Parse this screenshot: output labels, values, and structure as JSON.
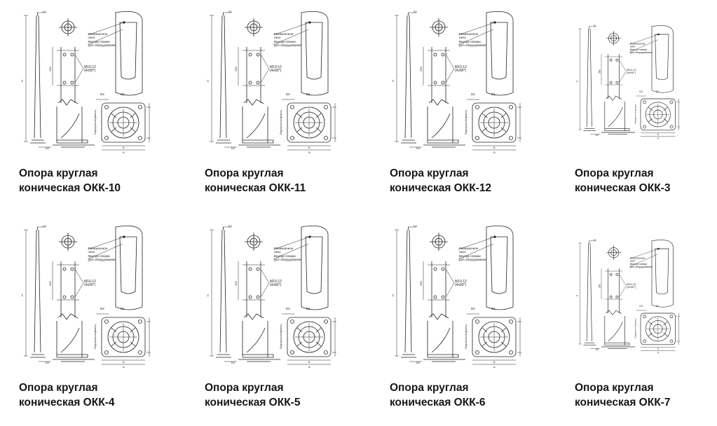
{
  "drawing": {
    "label_revision": "Ревизионное окно",
    "label_revision_l1": "Ревизионное",
    "label_revision_l2": "окно",
    "label_plank_l1": "Внутри планки",
    "label_plank_l2": "для оборудования",
    "label_bolt_l1": "М10-12",
    "label_bolt_l2": "(4х90°)",
    "label_d1": "D1",
    "label_d2": "D2",
    "label_a": "A",
    "label_b": "Б",
    "label_h": "H",
    "label_200": "200",
    "label_flange": "Подгарочный фланец"
  },
  "products": [
    {
      "title_line1": "Опора круглая",
      "title_line2": "коническая ОКК-10"
    },
    {
      "title_line1": "Опора круглая",
      "title_line2": "коническая ОКК-11"
    },
    {
      "title_line1": "Опора круглая",
      "title_line2": "коническая ОКК-12"
    },
    {
      "title_line1": "Опора круглая",
      "title_line2": "коническая ОКК-3"
    },
    {
      "title_line1": "Опора круглая",
      "title_line2": "коническая ОКК-4"
    },
    {
      "title_line1": "Опора круглая",
      "title_line2": "коническая ОКК-5"
    },
    {
      "title_line1": "Опора круглая",
      "title_line2": "коническая ОКК-6"
    },
    {
      "title_line1": "Опора круглая",
      "title_line2": "коническая ОКК-7"
    }
  ]
}
